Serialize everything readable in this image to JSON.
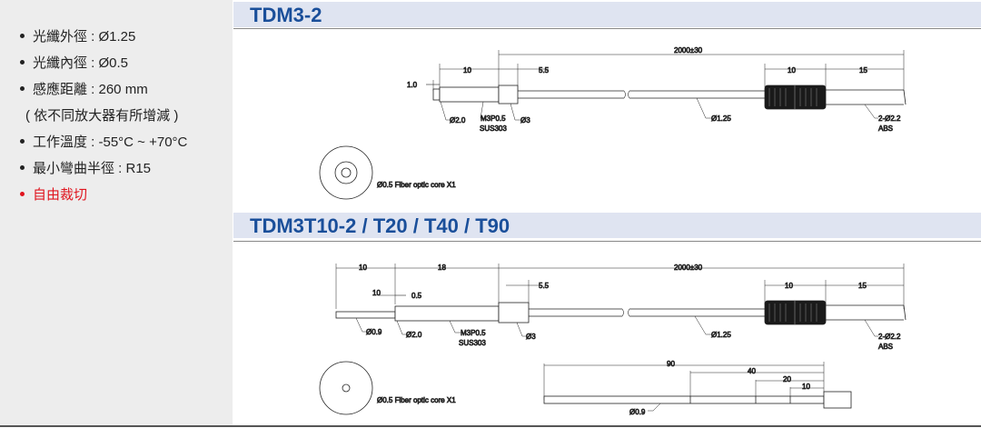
{
  "sidebar": {
    "specs": [
      {
        "text": "光纖外徑 : Ø1.25",
        "bullet": true
      },
      {
        "text": "光纖內徑 : Ø0.5",
        "bullet": true
      },
      {
        "text": "感應距離 : 260 mm",
        "bullet": true
      },
      {
        "text": "( 依不同放大器有所增減 )",
        "bullet": false
      },
      {
        "text": "工作溫度 : -55°C ~ +70°C",
        "bullet": true
      },
      {
        "text": "最小彎曲半徑 : R15",
        "bullet": true
      },
      {
        "text": "自由裁切",
        "bullet": true,
        "highlight": true
      }
    ],
    "highlight_color": "#e0141e"
  },
  "sections": [
    {
      "title": "TDM3-2",
      "labels": {
        "len_total": "2000±30",
        "len_tip": "10",
        "len_sleeve": "5.5",
        "len_tip_ext": "1.0",
        "len_grip": "10",
        "len_tail": "15",
        "dia_tip": "Ø2.0",
        "thread": "M3P0.5",
        "material_sleeve": "SUS303",
        "dia_sleeve": "Ø3",
        "dia_fiber": "Ø1.25",
        "dia_tail": "2-Ø2.2",
        "material_tail": "ABS",
        "core_note": "Ø0.5 Fiber optic core X1"
      }
    },
    {
      "title": "TDM3T10-2 / T20 / T40 / T90",
      "labels": {
        "len_needle": "10",
        "len_body": "18",
        "len_total": "2000±30",
        "len_step": "0.5",
        "len_sleeve": "5.5",
        "len_grip": "10",
        "len_tail": "15",
        "dia_needle": "Ø0.9",
        "dia_body": "Ø2.0",
        "thread": "M3P0.5",
        "material_sleeve": "SUS303",
        "dia_sleeve": "Ø3",
        "dia_fiber": "Ø1.25",
        "dia_tail": "2-Ø2.2",
        "material_tail": "ABS",
        "core_note": "Ø0.5 Fiber optic core X1",
        "variant_90": "90",
        "variant_40": "40",
        "variant_20": "20",
        "variant_10": "10",
        "variant_dia": "Ø0.9"
      }
    }
  ],
  "colors": {
    "title": "#1a4f9a",
    "band": "#dfe4f1",
    "sidebar": "#ededed"
  }
}
